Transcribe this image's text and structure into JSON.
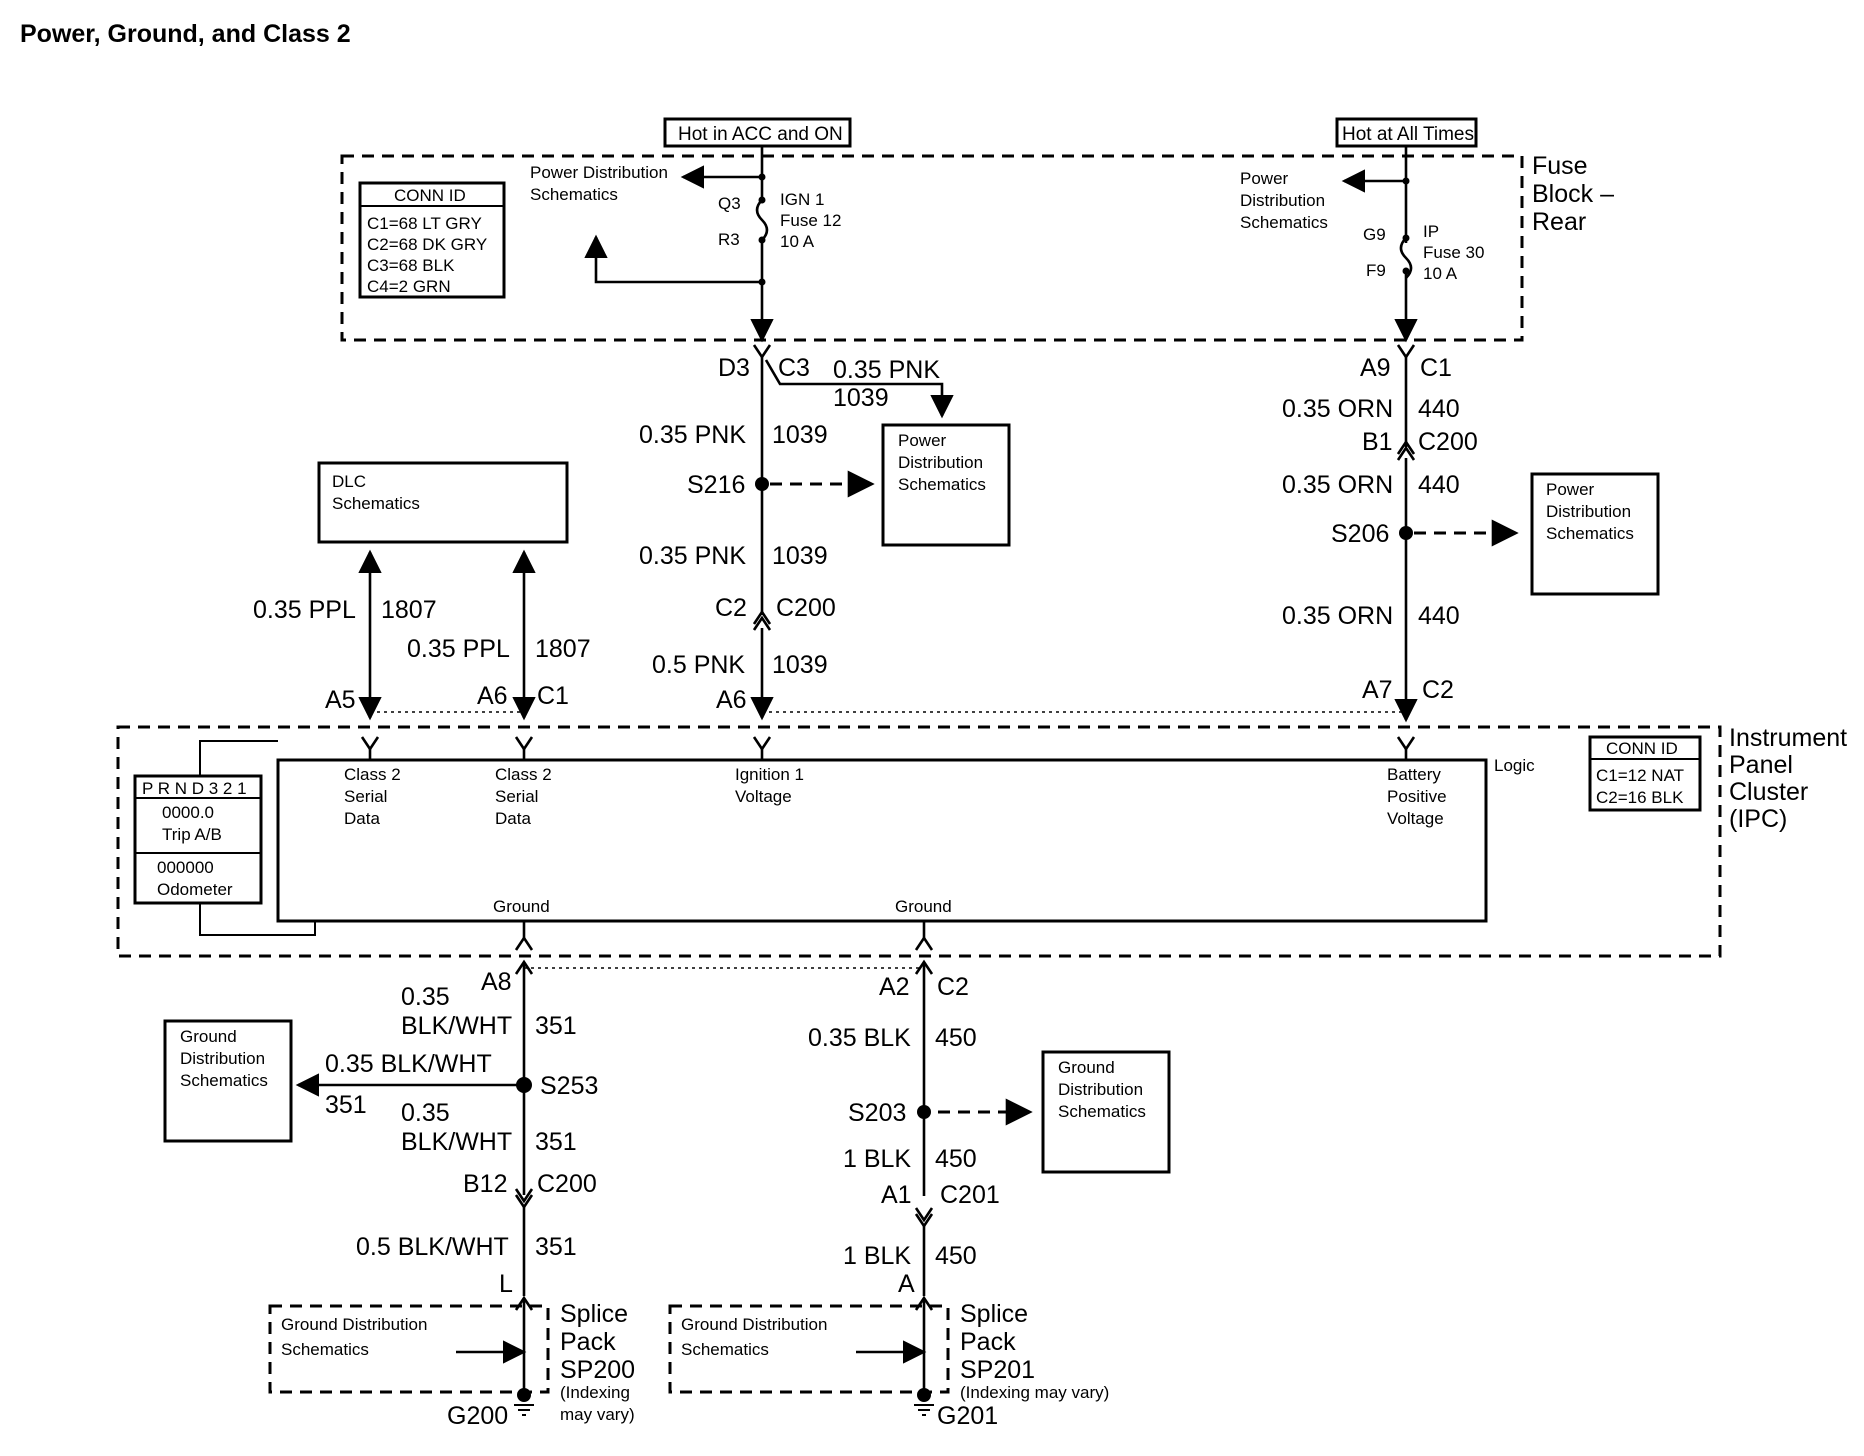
{
  "title": "Power, Ground, and Class 2",
  "fuse_block": {
    "label_1": "Fuse",
    "label_2": "Block –",
    "label_3": "Rear",
    "hot_acc_on": "Hot in ACC and ON",
    "hot_all_times": "Hot at All Times",
    "conn_id": {
      "title": "CONN ID",
      "rows": [
        "C1=68 LT GRY",
        "C2=68 DK GRY",
        "C3=68 BLK",
        "C4=2 GRN"
      ]
    },
    "pd_schem_left_1": "Power Distribution",
    "pd_schem_left_2": "Schematics",
    "pd_schem_right_1": "Power",
    "pd_schem_right_2": "Distribution",
    "pd_schem_right_3": "Schematics",
    "fuse_ign": {
      "term_top": "Q3",
      "term_bot": "R3",
      "name": "IGN 1",
      "fuse": "Fuse 12",
      "rating": "10 A"
    },
    "fuse_ip": {
      "term_top": "G9",
      "term_bot": "F9",
      "name": "IP",
      "fuse": "Fuse 30",
      "rating": "10 A"
    }
  },
  "ign_circuit": {
    "conn_d3": "D3",
    "conn_c3": "C3",
    "branch_wire": "0.35 PNK",
    "branch_circuit": "1039",
    "wire_1": "0.35 PNK",
    "circ_1": "1039",
    "splice": "S216",
    "wire_2": "0.35 PNK",
    "circ_2": "1039",
    "conn_c2": "C2",
    "conn_c200": "C200",
    "wire_3": "0.5 PNK",
    "circ_3": "1039",
    "conn_a6": "A6"
  },
  "batt_circuit": {
    "conn_a9": "A9",
    "conn_c1": "C1",
    "wire_1": "0.35 ORN",
    "circ_1": "440",
    "conn_b1": "B1",
    "conn_c200": "C200",
    "wire_2": "0.35 ORN",
    "circ_2": "440",
    "splice": "S206",
    "wire_3": "0.35 ORN",
    "circ_3": "440",
    "conn_a7": "A7",
    "conn_c2": "C2"
  },
  "pd_box_1": {
    "l1": "Power",
    "l2": "Distribution",
    "l3": "Schematics"
  },
  "pd_box_2": {
    "l1": "Power",
    "l2": "Distribution",
    "l3": "Schematics"
  },
  "dlc_box": {
    "l1": "DLC",
    "l2": "Schematics"
  },
  "class2": {
    "wire_1": "0.35 PPL",
    "circ_1": "1807",
    "conn_a5": "A5",
    "wire_2": "0.35 PPL",
    "circ_2": "1807",
    "conn_a6": "A6",
    "conn_c1": "C1"
  },
  "ipc": {
    "label_1": "Instrument",
    "label_2": "Panel",
    "label_3": "Cluster",
    "label_4": "(IPC)",
    "logic": "Logic",
    "conn_id": {
      "title": "CONN ID",
      "rows": [
        "C1=12 NAT",
        "C2=16 BLK"
      ]
    },
    "display": {
      "prnd": "P R N D 3 2 1",
      "trip_val": "0000.0",
      "trip_label": "Trip A/B",
      "odo_val": "000000",
      "odo_label": "Odometer"
    },
    "pins": {
      "class2_a_1": "Class 2",
      "class2_a_2": "Serial",
      "class2_a_3": "Data",
      "class2_b_1": "Class 2",
      "class2_b_2": "Serial",
      "class2_b_3": "Data",
      "ign_1": "Ignition 1",
      "ign_2": "Voltage",
      "batt_1": "Battery",
      "batt_2": "Positive",
      "batt_3": "Voltage",
      "gnd_a": "Ground",
      "gnd_b": "Ground"
    }
  },
  "ground_left": {
    "conn_a8": "A8",
    "wire_1a": "0.35",
    "wire_1b": "BLK/WHT",
    "circ_1": "351",
    "branch_wire": "0.35 BLK/WHT",
    "branch_circ": "351",
    "splice": "S253",
    "wire_2a": "0.35",
    "wire_2b": "BLK/WHT",
    "circ_2": "351",
    "conn_b12": "B12",
    "conn_c200": "C200",
    "wire_3": "0.5 BLK/WHT",
    "circ_3": "351",
    "conn_l": "L",
    "gd_box": {
      "l1": "Ground",
      "l2": "Distribution",
      "l3": "Schematics"
    },
    "sp_gd_1": "Ground Distribution",
    "sp_gd_2": "Schematics",
    "sp_1": "Splice",
    "sp_2": "Pack",
    "sp_3": "SP200",
    "sp_4": "(Indexing",
    "sp_5": "may vary)",
    "ground": "G200"
  },
  "ground_right": {
    "conn_a2": "A2",
    "conn_c2": "C2",
    "wire_1": "0.35 BLK",
    "circ_1": "450",
    "splice": "S203",
    "wire_2": "1 BLK",
    "circ_2": "450",
    "conn_a1": "A1",
    "conn_c201": "C201",
    "wire_3": "1 BLK",
    "circ_3": "450",
    "conn_a": "A",
    "gd_box": {
      "l1": "Ground",
      "l2": "Distribution",
      "l3": "Schematics"
    },
    "sp_gd_1": "Ground Distribution",
    "sp_gd_2": "Schematics",
    "sp_1": "Splice",
    "sp_2": "Pack",
    "sp_3": "SP201",
    "sp_4": "(Indexing may vary)",
    "ground": "G201"
  }
}
